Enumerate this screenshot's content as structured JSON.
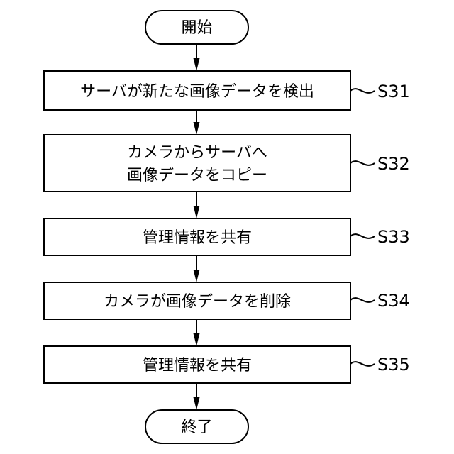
{
  "flowchart": {
    "start": "開始",
    "steps": [
      {
        "text": [
          "サーバが新たな画像データを検出"
        ],
        "label": "S31"
      },
      {
        "text": [
          "カメラからサーバへ",
          "画像データをコピー"
        ],
        "label": "S32"
      },
      {
        "text": [
          "管理情報を共有"
        ],
        "label": "S33"
      },
      {
        "text": [
          "カメラが画像データを削除"
        ],
        "label": "S34"
      },
      {
        "text": [
          "管理情報を共有"
        ],
        "label": "S35"
      }
    ],
    "end": "終了"
  }
}
